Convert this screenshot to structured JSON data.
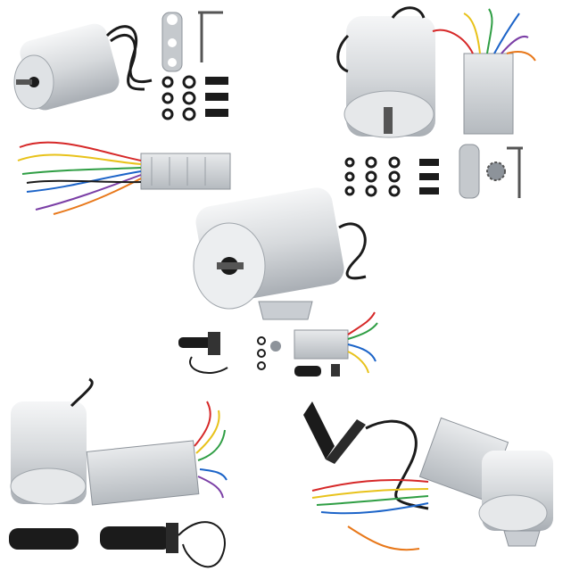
{
  "image": {
    "background": "#ffffff",
    "palette": {
      "aluminum_light": "#eef0f2",
      "aluminum_mid": "#c9cdd2",
      "aluminum_dark": "#8d939a",
      "black": "#1b1b1b",
      "wire_red": "#d62828",
      "wire_yellow": "#e8c21a",
      "wire_green": "#2f9e44",
      "wire_blue": "#1c64c8",
      "wire_white": "#f4f4f4",
      "wire_purple": "#7b3fa6",
      "wire_orange": "#e8781a"
    },
    "panels": [
      {
        "id": "top-left",
        "items": [
          "motor",
          "wrench",
          "allen-key",
          "washers",
          "bolts",
          "controller"
        ]
      },
      {
        "id": "top-right",
        "items": [
          "motor",
          "controller",
          "washers",
          "bolts",
          "wrench",
          "sprocket",
          "allen-key"
        ]
      },
      {
        "id": "center",
        "items": [
          "motor-with-bracket",
          "throttle",
          "controller",
          "key-switch",
          "grip",
          "hardware"
        ]
      },
      {
        "id": "bottom-left",
        "items": [
          "motor",
          "controller",
          "twist-throttle",
          "grip"
        ]
      },
      {
        "id": "bottom-right",
        "items": [
          "foot-pedal",
          "wiring-harness",
          "controller",
          "motor"
        ]
      }
    ]
  }
}
